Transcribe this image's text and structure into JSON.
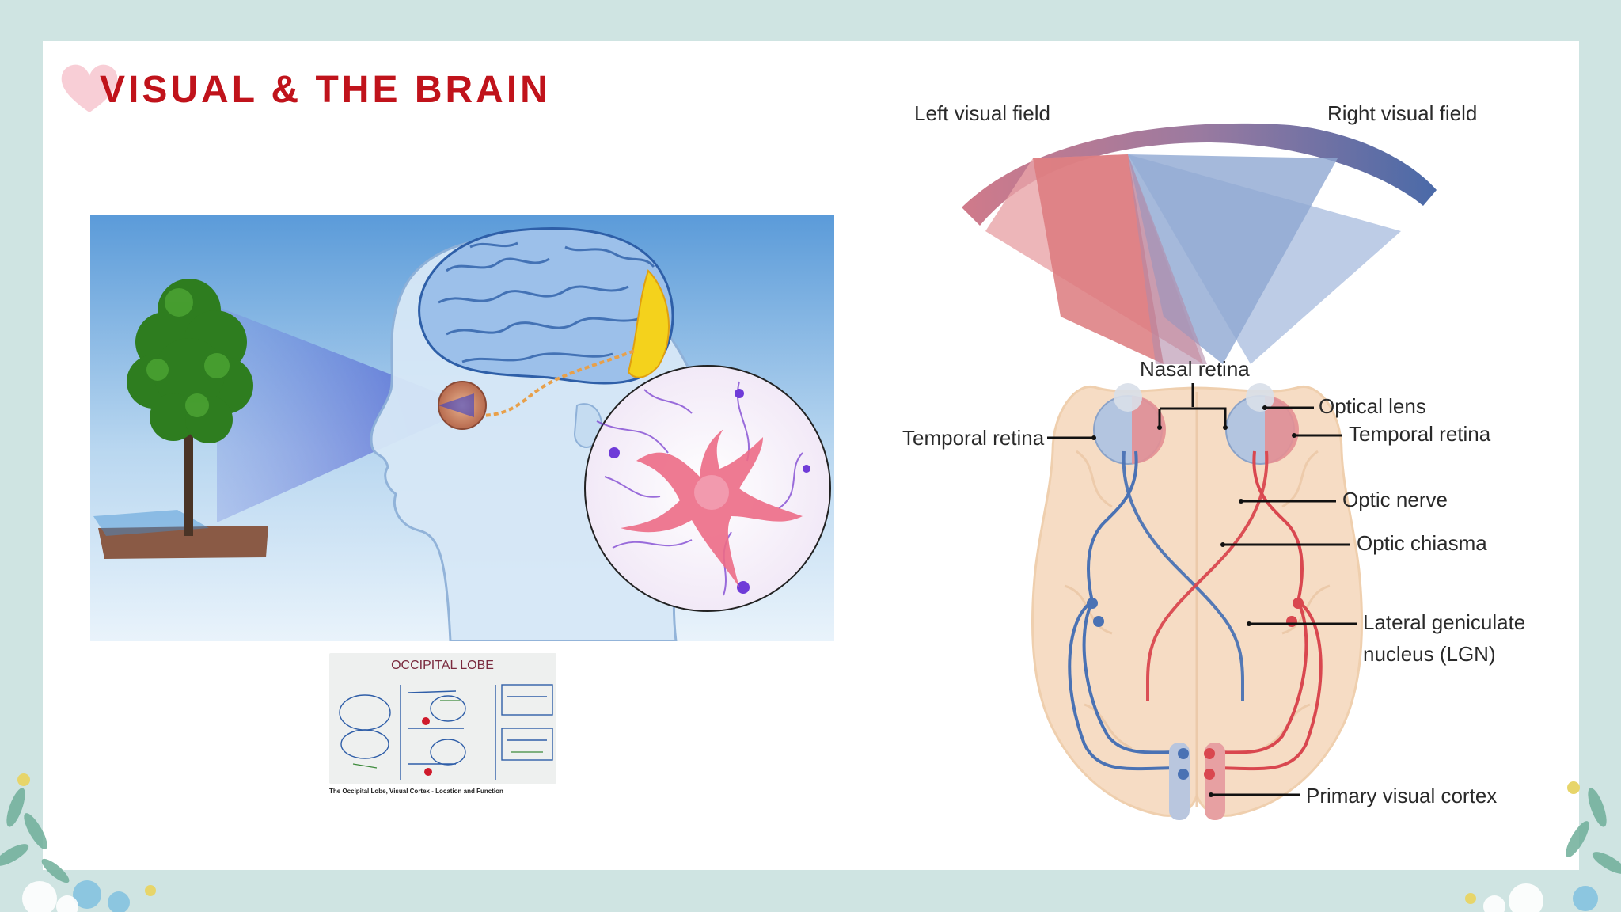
{
  "slide": {
    "title": "VISUAL & THE BRAIN"
  },
  "thumbnail": {
    "heading": "OCCIPITAL LOBE",
    "caption": "The Occipital Lobe, Visual Cortex - Location and Function"
  },
  "diagram": {
    "labels": {
      "left_visual_field": "Left visual field",
      "right_visual_field": "Right visual field",
      "nasal_retina": "Nasal retina",
      "temporal_retina_left": "Temporal retina",
      "optical_lens": "Optical lens",
      "temporal_retina_right": "Temporal retina",
      "optic_nerve": "Optic nerve",
      "optic_chiasma": "Optic chiasma",
      "lgn_line1": "Lateral geniculate",
      "lgn_line2": "nucleus (LGN)",
      "primary_visual_cortex": "Primary visual cortex"
    },
    "colors": {
      "left_pathway": "#d9474f",
      "right_pathway": "#4a72b4",
      "brain": "#f6dcc4"
    }
  }
}
